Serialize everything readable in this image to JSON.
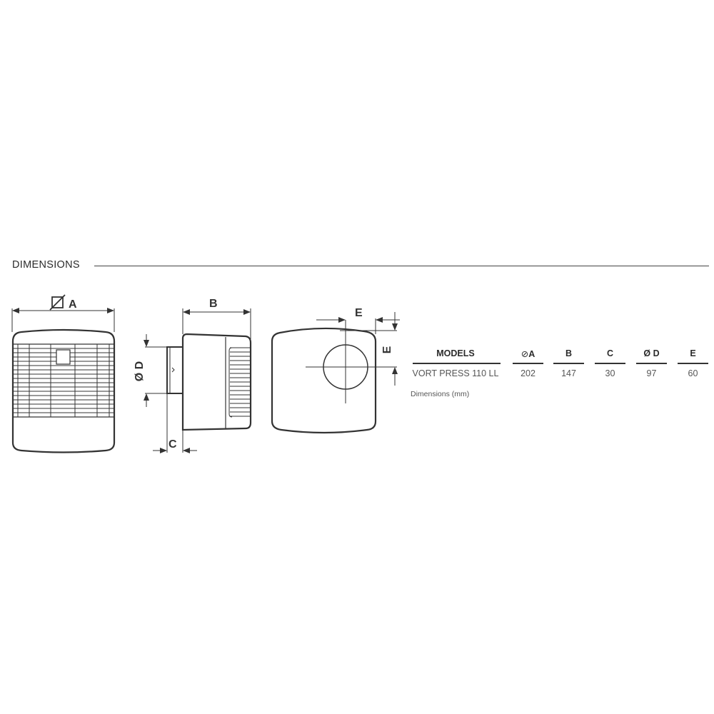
{
  "section": {
    "title": "DIMENSIONS"
  },
  "drawings": {
    "front_view": {
      "dimension_label": "A",
      "dimension_symbol": "square-diameter"
    },
    "side_view": {
      "dimension_labels": [
        "B",
        "C",
        "D"
      ],
      "d_symbol": "Ø"
    },
    "rear_view": {
      "dimension_labels": [
        "E",
        "E"
      ]
    }
  },
  "table": {
    "headers": [
      {
        "label": "MODELS",
        "symbol": ""
      },
      {
        "label": "A",
        "symbol": "⊘"
      },
      {
        "label": "B",
        "symbol": ""
      },
      {
        "label": "C",
        "symbol": ""
      },
      {
        "label": "D",
        "symbol": "Ø"
      },
      {
        "label": "E",
        "symbol": ""
      }
    ],
    "rows": [
      {
        "model": "VORT PRESS 110 LL",
        "A": "202",
        "B": "147",
        "C": "30",
        "D": "97",
        "E": "60"
      }
    ],
    "note": "Dimensions (mm)"
  },
  "labels": {
    "a": "A",
    "b": "B",
    "c": "C",
    "d": "D",
    "e1": "E",
    "e2": "E",
    "diam": "Ø"
  }
}
